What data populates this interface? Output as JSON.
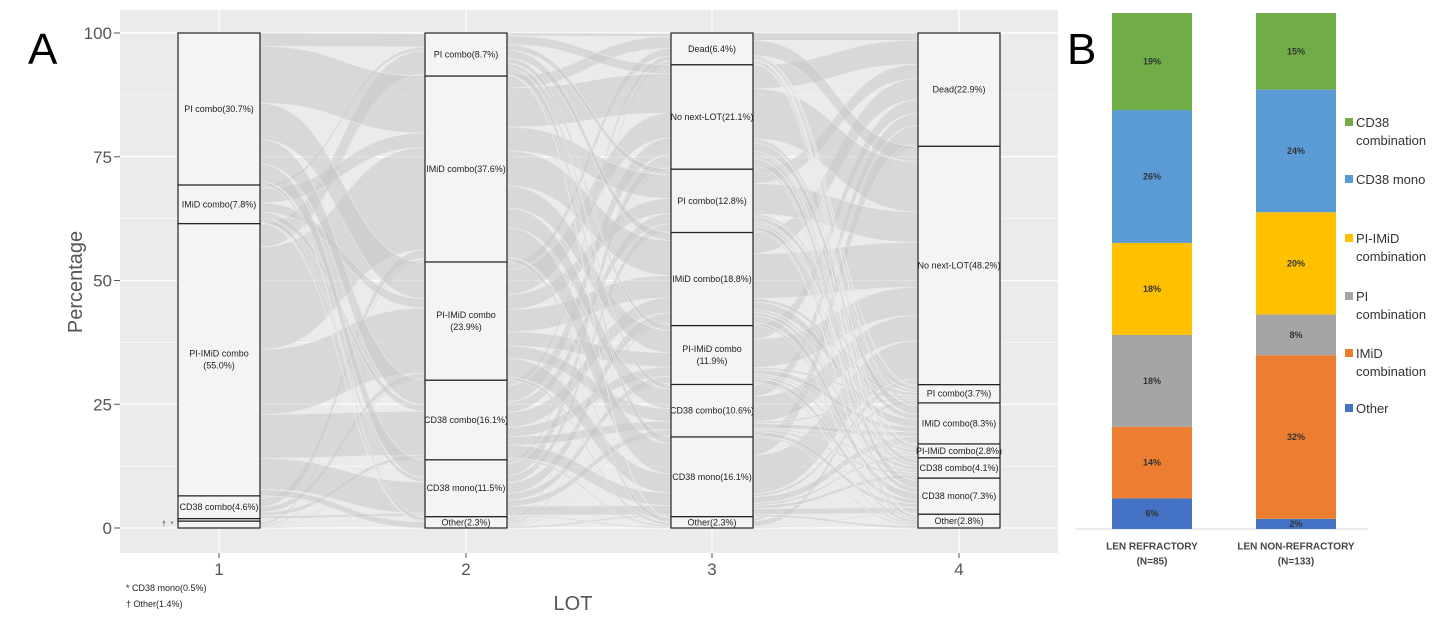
{
  "chart_data": [
    {
      "type": "alluvial",
      "panel_label": "A",
      "xlabel": "LOT",
      "ylabel": "Percentage",
      "ylim": [
        0,
        100
      ],
      "yticks": [
        "0",
        "25",
        "50",
        "75",
        "100"
      ],
      "categories": [
        "1",
        "2",
        "3",
        "4"
      ],
      "columns": [
        {
          "lot": "1",
          "segments": [
            {
              "name": "Other",
              "value": 1.4,
              "label": "",
              "marker": "†"
            },
            {
              "name": "CD38 mono",
              "value": 0.5,
              "label": "",
              "marker": "*"
            },
            {
              "name": "CD38 combo",
              "value": 4.6,
              "label": "CD38 combo(4.6%)"
            },
            {
              "name": "PI-IMiD combo",
              "value": 55.0,
              "label": "PI-IMiD combo|(55.0%)"
            },
            {
              "name": "IMiD combo",
              "value": 7.8,
              "label": "IMiD combo(7.8%)"
            },
            {
              "name": "PI combo",
              "value": 30.7,
              "label": "PI combo(30.7%)"
            }
          ]
        },
        {
          "lot": "2",
          "segments": [
            {
              "name": "Other",
              "value": 2.3,
              "label": "Other(2.3%)"
            },
            {
              "name": "CD38 mono",
              "value": 11.5,
              "label": "CD38 mono(11.5%)"
            },
            {
              "name": "CD38 combo",
              "value": 16.1,
              "label": "CD38 combo(16.1%)"
            },
            {
              "name": "PI-IMiD combo",
              "value": 23.9,
              "label": "PI-IMiD combo|(23.9%)"
            },
            {
              "name": "IMiD combo",
              "value": 37.6,
              "label": "IMiD combo(37.6%)"
            },
            {
              "name": "PI combo",
              "value": 8.7,
              "label": "PI combo(8.7%)"
            }
          ]
        },
        {
          "lot": "3",
          "segments": [
            {
              "name": "Other",
              "value": 2.3,
              "label": "Other(2.3%)"
            },
            {
              "name": "CD38 mono",
              "value": 16.1,
              "label": "CD38 mono(16.1%)"
            },
            {
              "name": "CD38 combo",
              "value": 10.6,
              "label": "CD38 combo(10.6%)"
            },
            {
              "name": "PI-IMiD combo",
              "value": 11.9,
              "label": "PI-IMiD combo|(11.9%)"
            },
            {
              "name": "IMiD combo",
              "value": 18.8,
              "label": "IMiD combo(18.8%)"
            },
            {
              "name": "PI combo",
              "value": 12.8,
              "label": "PI combo(12.8%)"
            },
            {
              "name": "No next-LOT",
              "value": 21.1,
              "label": "No next-LOT(21.1%)"
            },
            {
              "name": "Dead",
              "value": 6.4,
              "label": "Dead(6.4%)"
            }
          ]
        },
        {
          "lot": "4",
          "segments": [
            {
              "name": "Other",
              "value": 2.8,
              "label": "Other(2.8%)"
            },
            {
              "name": "CD38 mono",
              "value": 7.3,
              "label": "CD38 mono(7.3%)"
            },
            {
              "name": "CD38 combo",
              "value": 4.1,
              "label": "CD38 combo(4.1%)"
            },
            {
              "name": "PI-IMiD combo",
              "value": 2.8,
              "label": "PI-IMiD combo(2.8%)"
            },
            {
              "name": "IMiD combo",
              "value": 8.3,
              "label": "IMiD combo(8.3%)"
            },
            {
              "name": "PI combo",
              "value": 3.7,
              "label": "PI combo(3.7%)"
            },
            {
              "name": "No next-LOT",
              "value": 48.2,
              "label": "No next-LOT(48.2%)"
            },
            {
              "name": "Dead",
              "value": 22.9,
              "label": "Dead(22.9%)"
            }
          ]
        }
      ],
      "footnotes": [
        "* CD38 mono(0.5%)",
        "† Other(1.4%)"
      ]
    },
    {
      "type": "bar",
      "stacked": true,
      "panel_label": "B",
      "categories": [
        "LEN REFRACTORY|(N=85)",
        "LEN NON-REFRACTORY|(N=133)"
      ],
      "series": [
        {
          "name": "Other",
          "legend": "Other",
          "color": "#4472c4",
          "values": [
            6,
            2
          ],
          "labels": [
            "6%",
            "2%"
          ]
        },
        {
          "name": "IMiD combination",
          "legend": "IMiD|combination",
          "color": "#ed7d31",
          "values": [
            14,
            32
          ],
          "labels": [
            "14%",
            "32%"
          ]
        },
        {
          "name": "PI combination",
          "legend": "PI|combination",
          "color": "#a5a5a5",
          "values": [
            18,
            8
          ],
          "labels": [
            "18%",
            "8%"
          ]
        },
        {
          "name": "PI-IMiD combination",
          "legend": "PI-IMiD|combination",
          "color": "#ffc000",
          "values": [
            18,
            20
          ],
          "labels": [
            "18%",
            "20%"
          ]
        },
        {
          "name": "CD38 mono",
          "legend": "CD38 mono",
          "color": "#5b9bd5",
          "values": [
            26,
            24
          ],
          "labels": [
            "26%",
            "24%"
          ]
        },
        {
          "name": "CD38 combination",
          "legend": "CD38|combination",
          "color": "#70ad47",
          "values": [
            19,
            15
          ],
          "labels": [
            "19%",
            "15%"
          ]
        }
      ],
      "legend_position": "right"
    }
  ]
}
